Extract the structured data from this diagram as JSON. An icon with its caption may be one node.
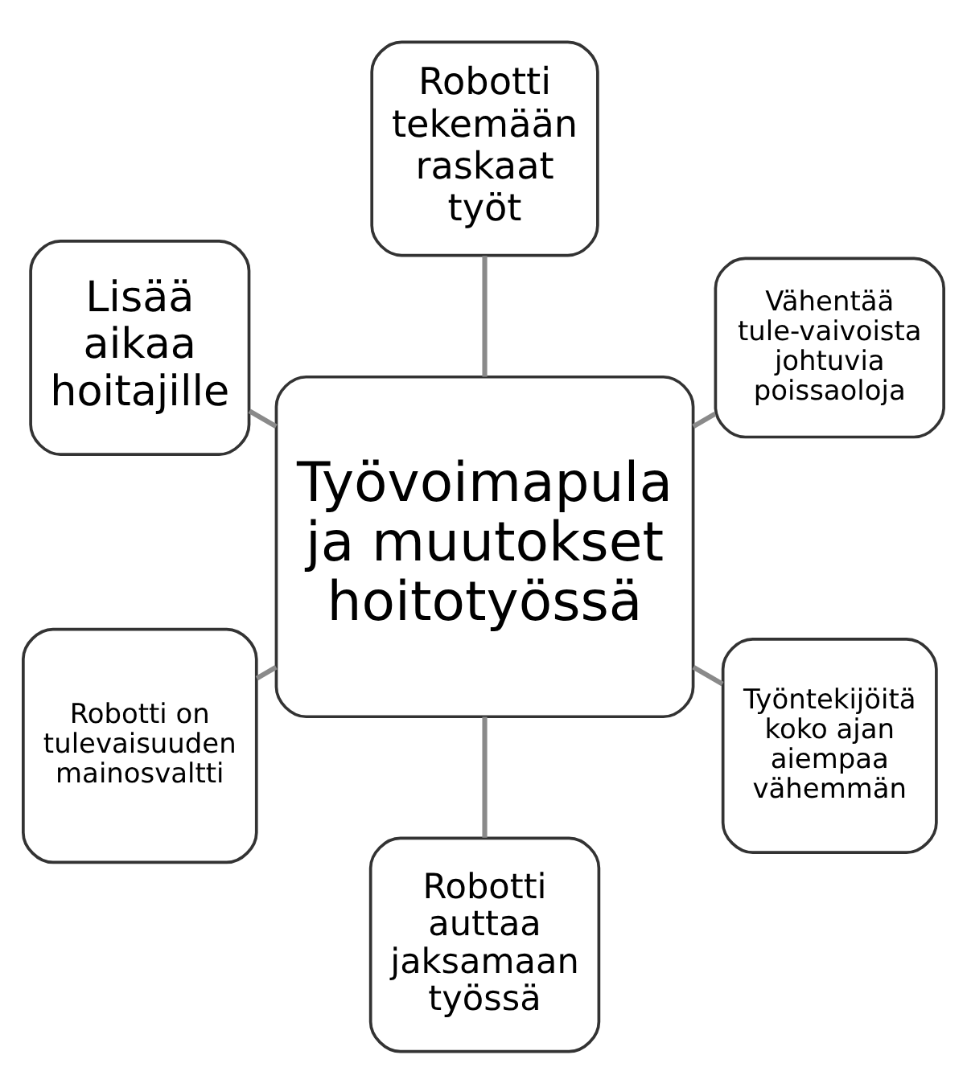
{
  "diagram": {
    "nodes": [
      {
        "text": [
          "Työvoimapula ja muutokset hoitotyössä"
        ]
      },
      {
        "text": [
          "Vähentää tule-vaivoista johtuvia poissaoloja"
        ]
      },
      {
        "text": [
          "Robotti tekemään raskaat työt"
        ]
      },
      {
        "text": [
          "Lisää aikaa hoitajille"
        ]
      },
      {
        "text": [
          "Robotti on tulevaisuuden mainosvaltti"
        ]
      },
      {
        "text": [
          "Robotti auttaa jaksamaan työssä"
        ]
      },
      {
        "text": [
          "Työntekijöitä koko ajan aiempaa vähemmän"
        ]
      }
    ],
    "edges": [
      {
        "from": 0,
        "to": 1,
        "arrow": "none"
      },
      {
        "from": 0,
        "to": 3,
        "arrow": "none"
      },
      {
        "from": 0,
        "to": 5,
        "arrow": "none"
      },
      {
        "from": 0,
        "to": 6,
        "arrow": "none"
      },
      {
        "from": 0,
        "to": 4,
        "arrow": "none"
      },
      {
        "from": 0,
        "to": 2,
        "arrow": "none"
      }
    ]
  }
}
